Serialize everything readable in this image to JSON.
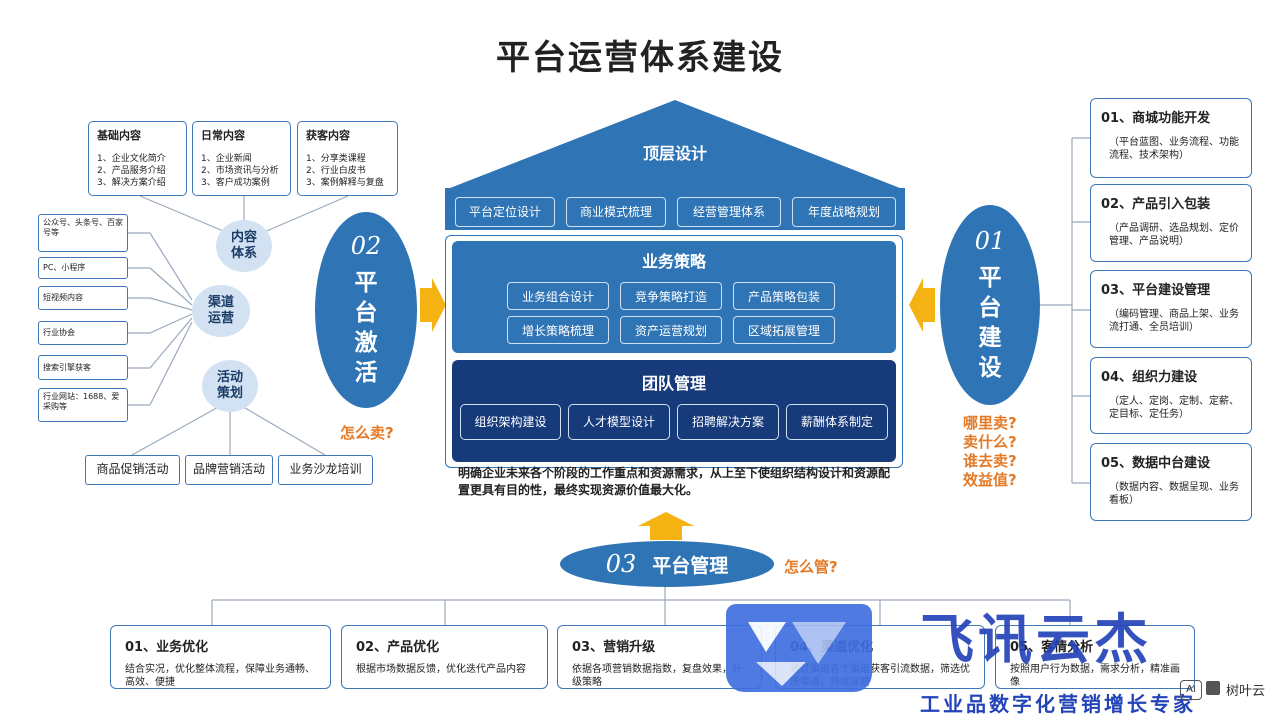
{
  "title": "平台运营体系建设",
  "left": {
    "top_boxes": [
      {
        "title": "基础内容",
        "items": [
          "1、企业文化简介",
          "2、产品服务介绍",
          "3、解决方案介绍"
        ]
      },
      {
        "title": "日常内容",
        "items": [
          "1、企业新闻",
          "2、市场资讯与分析",
          "3、客户成功案例"
        ]
      },
      {
        "title": "获客内容",
        "items": [
          "1、分享类课程",
          "2、行业白皮书",
          "3、案例解释与复盘"
        ]
      }
    ],
    "channels": [
      "公众号、头条号、百家号等",
      "PC、小程序",
      "短视频内容",
      "行业协会",
      "搜索引擎获客",
      "行业网站：1688、爱采购等"
    ],
    "small_circles": [
      "内容体系",
      "渠道运营",
      "活动策划"
    ],
    "activities": [
      "商品促销活动",
      "品牌营销活动",
      "业务沙龙培训"
    ],
    "big_circle": {
      "num": "02",
      "label": "平台激活"
    },
    "question": "怎么卖?"
  },
  "center": {
    "top_title": "顶层设计",
    "top_items": [
      "平台定位设计",
      "商业模式梳理",
      "经营管理体系",
      "年度战略规划"
    ],
    "strategy_title": "业务策略",
    "strategy_items": [
      "业务组合设计",
      "竞争策略打造",
      "产品策略包装",
      "增长策略梳理",
      "资产运营规划",
      "区域拓展管理"
    ],
    "team_title": "团队管理",
    "team_items": [
      "组织架构建设",
      "人才模型设计",
      "招聘解决方案",
      "薪酬体系制定"
    ],
    "desc": "明确企业未来各个阶段的工作重点和资源需求，从上至下使组织结构设计和资源配置更具有目的性，最终实现资源价值最大化。"
  },
  "right": {
    "big_circle": {
      "num": "01",
      "label": "平台建设"
    },
    "questions": [
      "哪里卖?",
      "卖什么?",
      "谁去卖?",
      "效益值?"
    ],
    "boxes": [
      {
        "title": "01、商城功能开发",
        "desc": "（平台蓝图、业务流程、功能流程、技术架构）"
      },
      {
        "title": "02、产品引入包装",
        "desc": "（产品调研、选品规划、定价管理、产品说明）"
      },
      {
        "title": "03、平台建设管理",
        "desc": "（编码管理、商品上架、业务流打通、全员培训）"
      },
      {
        "title": "04、组织力建设",
        "desc": "（定人、定岗、定制、定薪、定目标、定任务）"
      },
      {
        "title": "05、数据中台建设",
        "desc": "（数据内容、数据呈现、业务看板）"
      }
    ]
  },
  "bottom": {
    "circle": {
      "num": "03",
      "label": "平台管理"
    },
    "question": "怎么管?",
    "boxes": [
      {
        "title": "01、业务优化",
        "desc": "结合实况，优化整体流程，保障业务通畅、高效、便捷"
      },
      {
        "title": "02、产品优化",
        "desc": "根据市场数据反馈，优化迭代产品内容"
      },
      {
        "title": "03、营销升级",
        "desc": "依据各项营销数据指数，复盘效果，升级策略"
      },
      {
        "title": "04、渠道优化",
        "desc": "通过渠道各个渠道获客引流数据，筛选优质渠道，持续深耕"
      },
      {
        "title": "05、客情分析",
        "desc": "按照用户行为数据，需求分析，精准画像"
      }
    ]
  },
  "watermark": {
    "brand": "飞讯云杰",
    "slogan": "工业品数字化营销增长专家",
    "small": "树叶云",
    "ai": "AI"
  },
  "colors": {
    "primary": "#2f74b5",
    "dark": "#1e4c8a",
    "navy": "#163a7a",
    "orange": "#e47a26",
    "arrow": "#f5b213"
  }
}
